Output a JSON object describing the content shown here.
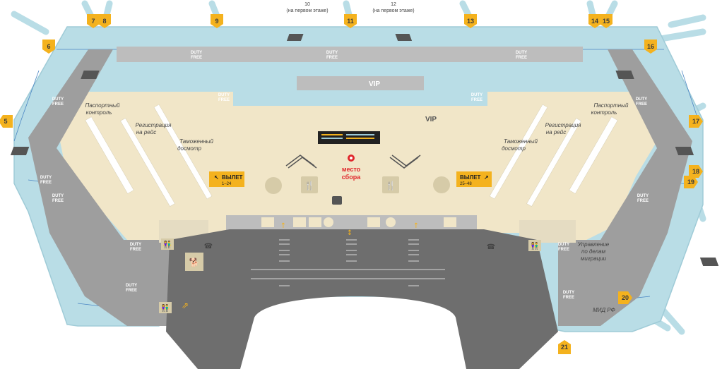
{
  "gates": {
    "g5": "5",
    "g6": "6",
    "g7": "7",
    "g8": "8",
    "g9": "9",
    "g10": "10",
    "g11": "11",
    "g12": "12",
    "g13": "13",
    "g14": "14",
    "g15": "15",
    "g16": "16",
    "g17": "17",
    "g18": "18",
    "g19": "19",
    "g20": "20",
    "g21": "21"
  },
  "gate_notes": {
    "g10": "(на первом этаже)",
    "g12": "(на первом этаже)"
  },
  "duty_free": {
    "line1": "DUTY",
    "line2": "FREE"
  },
  "vip": {
    "top": "VIP",
    "right": "VIP"
  },
  "labels": {
    "passport_left_1": "Паспортный",
    "passport_left_2": "контроль",
    "passport_right_1": "Паспортный",
    "passport_right_2": "контроль",
    "checkin_left_1": "Регистрация",
    "checkin_left_2": "на рейс",
    "checkin_right_1": "Регистрация",
    "checkin_right_2": "на рейс",
    "customs_left_1": "Таможенный",
    "customs_left_2": "досмотр",
    "customs_right_1": "Таможенный",
    "customs_right_2": "досмотр",
    "migration_1": "Управление",
    "migration_2": "по делам",
    "migration_3": "миграции",
    "mfa": "МИД РФ"
  },
  "departure_left": {
    "title": "ВЫЛЕТ",
    "range": "1–24"
  },
  "departure_right": {
    "title": "ВЫЛЕТ",
    "range": "25–48"
  },
  "meeting_point": {
    "line1": "место",
    "line2": "сбора"
  },
  "colors": {
    "pier": "#b9dde6",
    "pier_edge": "#9fcbd7",
    "terminal_floor": "#f1e6c8",
    "grey_zone": "#bdbdbd",
    "dark_grey": "#8f8f8f",
    "apron": "#6e6e6e",
    "gate_marker": "#f4b21e",
    "duty_free_box": "#8c969a",
    "departure_sign": "#f4b21e",
    "meeting_point": "#e0262b"
  }
}
